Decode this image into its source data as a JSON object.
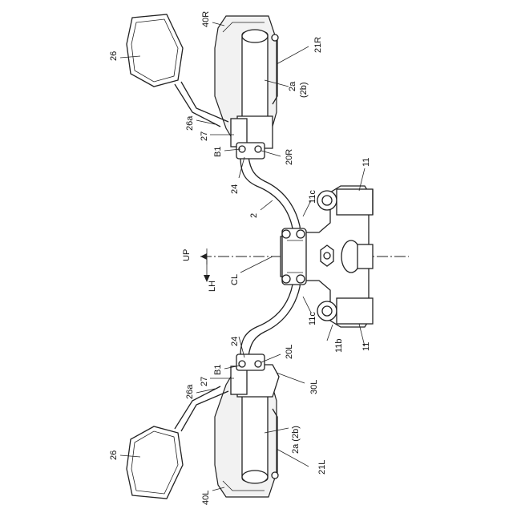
{
  "labels": {
    "mirror_top": "26",
    "mirror_bottom": "26",
    "stay_top": "26a",
    "stay_bottom": "26a",
    "guard_top": "40R",
    "guard_bottom": "40L",
    "lever_top": "21R",
    "lever_bottom": "21L",
    "grip_top_a": "2a",
    "grip_top_b": "(2b)",
    "grip_bottom": "2a (2b)",
    "part27_top": "27",
    "part27_bottom": "27",
    "b1_top": "B1",
    "b1_bottom": "B1",
    "holder_top": "20R",
    "holder_bottom": "20L",
    "bolt_top": "24",
    "bolt_bottom": "24",
    "handlebar": "2",
    "clamp_top": "11c",
    "clamp_bottom": "11c",
    "fork_top": "11",
    "fork_bottom": "11",
    "bridge": "11b",
    "switch_bottom": "30L",
    "up": "UP",
    "lh": "LH",
    "cl": "CL"
  }
}
